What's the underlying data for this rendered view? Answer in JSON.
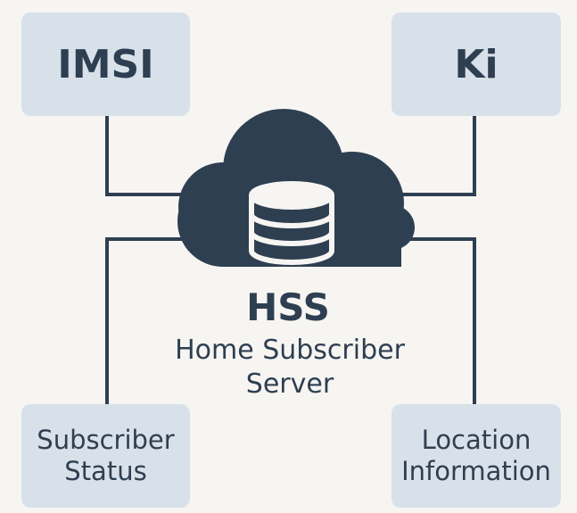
{
  "colors": {
    "background": "#f7f5f2",
    "box_fill": "#d8e1ea",
    "ink": "#2e3f51"
  },
  "nodes": {
    "imsi": "IMSI",
    "ki": "Ki",
    "subscriber_status": {
      "line1": "Subscriber",
      "line2": "Status"
    },
    "location_information": {
      "line1": "Location",
      "line2": "Information"
    }
  },
  "center": {
    "icon": "cloud-database-icon",
    "title": "HSS",
    "subtitle_line1": "Home Subscriber",
    "subtitle_line2": "Server"
  }
}
